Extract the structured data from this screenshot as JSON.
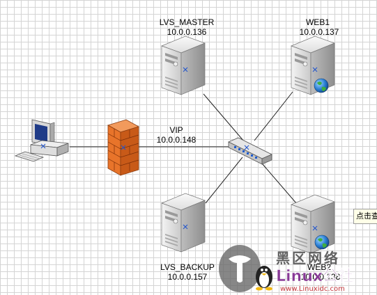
{
  "nodes": {
    "lvs_master": {
      "name": "LVS_MASTER",
      "ip": "10.0.0.136"
    },
    "web1": {
      "name": "WEB1",
      "ip": "10.0.0.137"
    },
    "vip": {
      "name": "VIP",
      "ip": "10.0.0.148"
    },
    "lvs_backup": {
      "name": "LVS_BACKUP",
      "ip": "10.0.0.157"
    },
    "web2": {
      "name": "WEB2",
      "ip": "10.0.0.138"
    }
  },
  "tooltip": {
    "text": "点击查看"
  },
  "watermark": {
    "site_cn": "黑区网络",
    "site_brand": "Linux公社",
    "url": "www.Linuxidc.com"
  },
  "colors": {
    "firewall": "#e8742a",
    "server_body": "#dcdcdc",
    "globe": "#2a7fd4",
    "grid": "#d4d4d4",
    "watermark": "#7f2a8f"
  }
}
